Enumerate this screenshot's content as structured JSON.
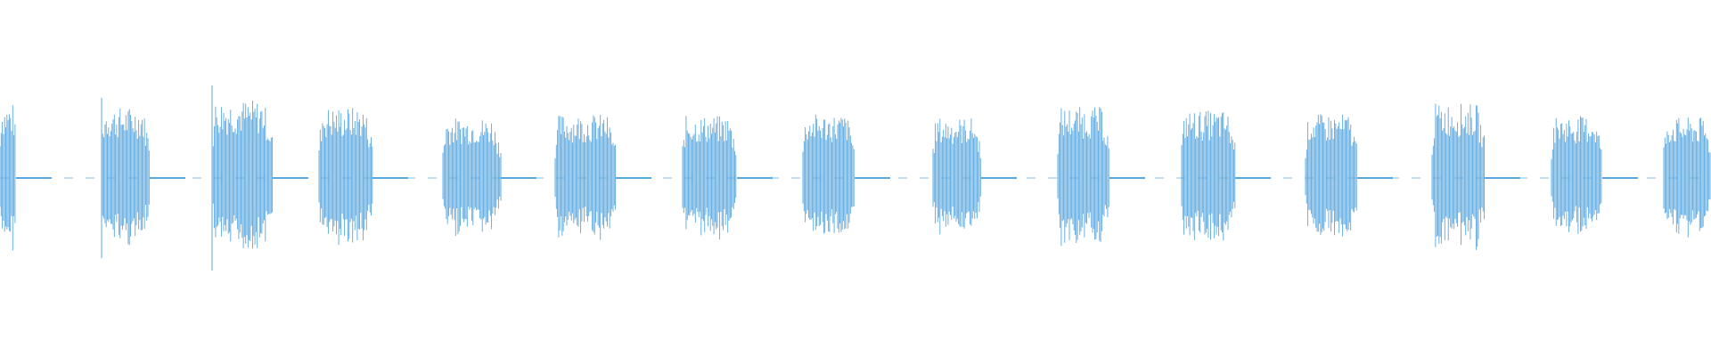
{
  "waveform": {
    "color": "#5aa8e0",
    "background": "#ffffff",
    "duration_s": 19.2,
    "center_amplitude": 0.0,
    "bursts": [
      {
        "start_s": 0.0,
        "end_s": 0.18,
        "amplitude": 0.42
      },
      {
        "start_s": 1.14,
        "end_s": 1.68,
        "amplitude": 0.4
      },
      {
        "start_s": 2.38,
        "end_s": 3.06,
        "amplitude": 0.44
      },
      {
        "start_s": 3.58,
        "end_s": 4.18,
        "amplitude": 0.4
      },
      {
        "start_s": 4.97,
        "end_s": 5.62,
        "amplitude": 0.34
      },
      {
        "start_s": 6.23,
        "end_s": 6.91,
        "amplitude": 0.36
      },
      {
        "start_s": 7.66,
        "end_s": 8.27,
        "amplitude": 0.35
      },
      {
        "start_s": 9.01,
        "end_s": 9.59,
        "amplitude": 0.36
      },
      {
        "start_s": 10.47,
        "end_s": 11.01,
        "amplitude": 0.34
      },
      {
        "start_s": 11.87,
        "end_s": 12.45,
        "amplitude": 0.4
      },
      {
        "start_s": 13.26,
        "end_s": 13.86,
        "amplitude": 0.38
      },
      {
        "start_s": 14.65,
        "end_s": 15.23,
        "amplitude": 0.36
      },
      {
        "start_s": 16.07,
        "end_s": 16.66,
        "amplitude": 0.42
      },
      {
        "start_s": 17.41,
        "end_s": 17.98,
        "amplitude": 0.35
      },
      {
        "start_s": 18.67,
        "end_s": 19.2,
        "amplitude": 0.34
      }
    ],
    "spikes": [
      {
        "t_s": 1.14,
        "amplitude": 0.45
      },
      {
        "t_s": 2.38,
        "amplitude": 0.52
      }
    ]
  }
}
